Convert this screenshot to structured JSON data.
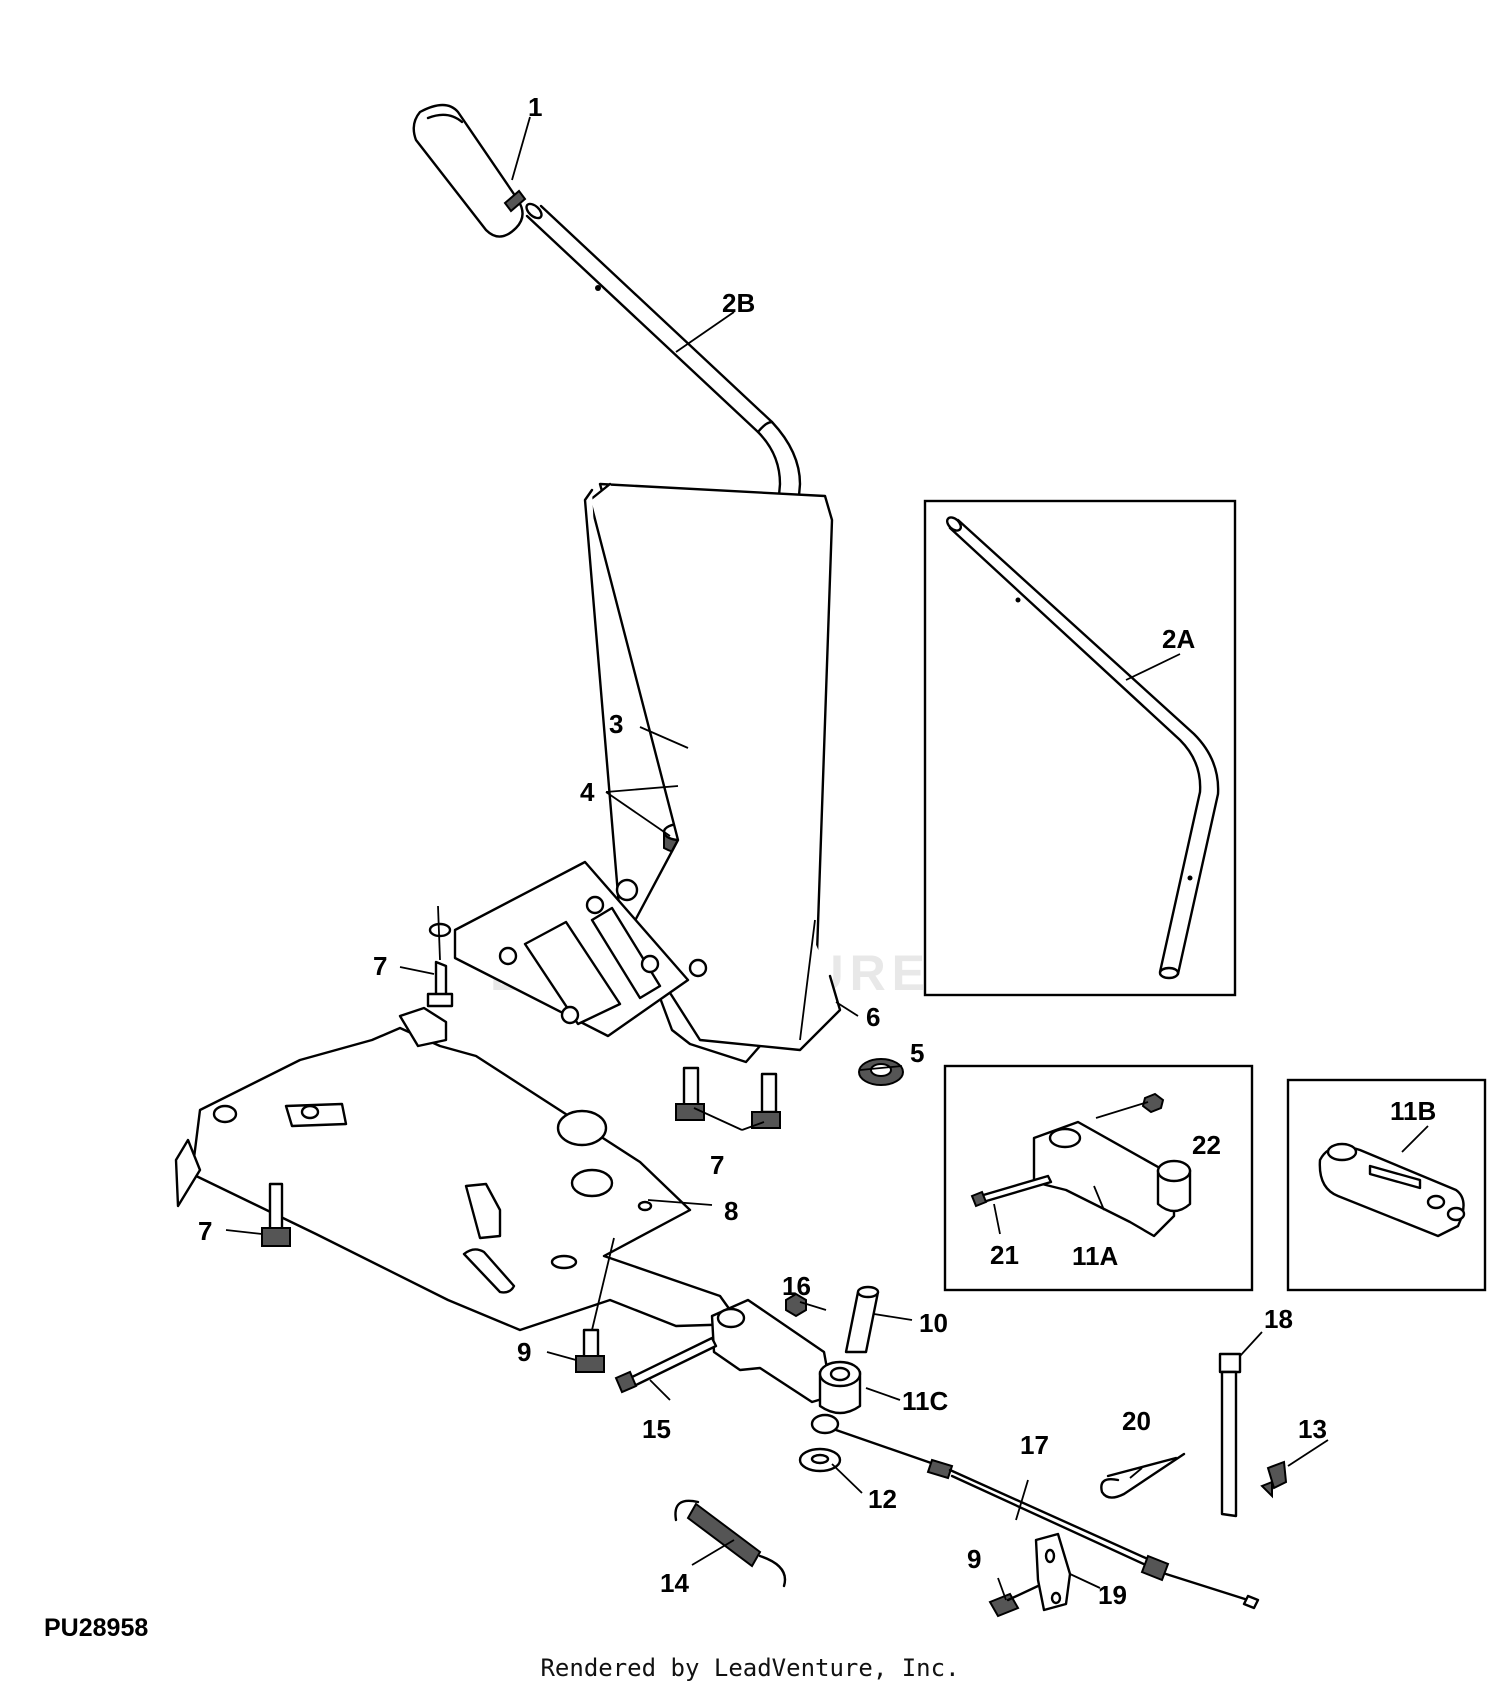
{
  "diagram_id": "PU28958",
  "footer": "Rendered by LeadVenture, Inc.",
  "watermark": "LEADVENTURE",
  "callouts": [
    "1",
    "2B",
    "2A",
    "3",
    "4",
    "5",
    "6",
    "7",
    "7",
    "7",
    "8",
    "9",
    "9",
    "10",
    "11A",
    "11B",
    "11C",
    "12",
    "13",
    "14",
    "15",
    "16",
    "17",
    "18",
    "19",
    "20",
    "21",
    "22"
  ]
}
